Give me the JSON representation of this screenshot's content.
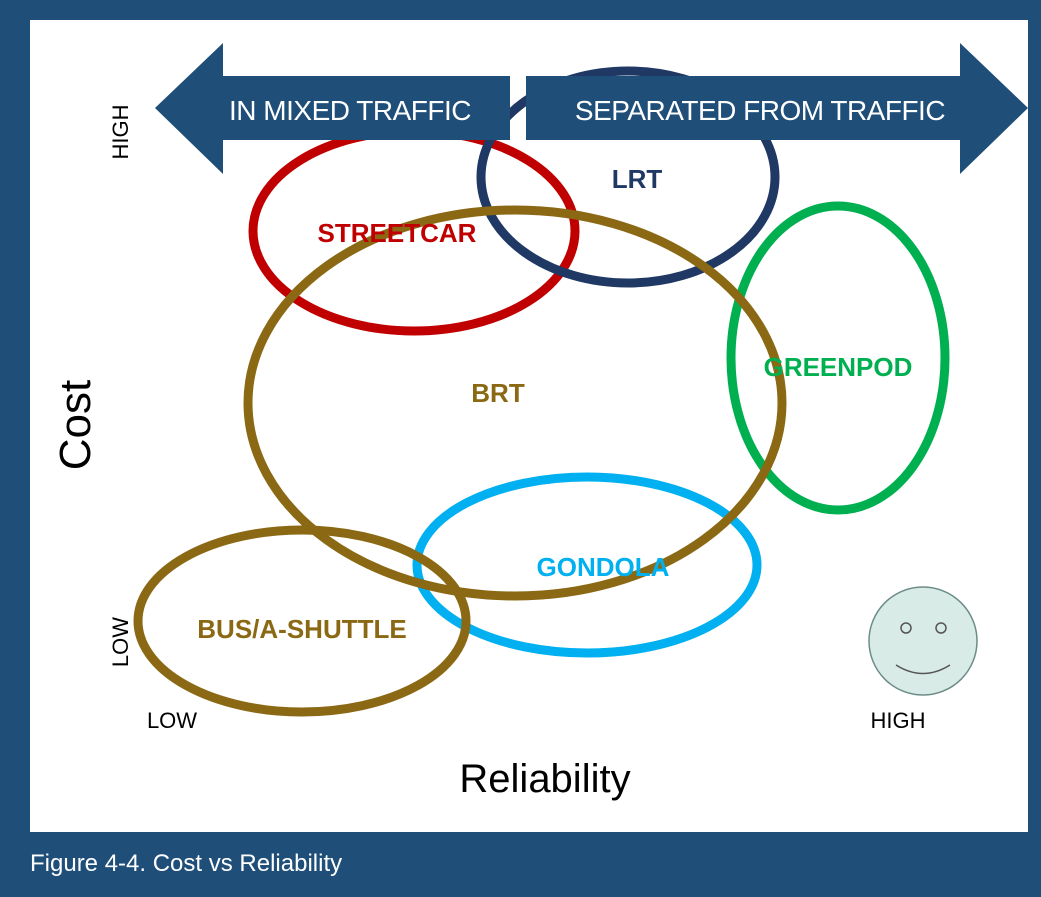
{
  "caption": "Figure 4-4. Cost vs Reliability",
  "x_axis": {
    "title": "Reliability",
    "low_label": "LOW",
    "high_label": "HIGH"
  },
  "y_axis": {
    "title": "Cost",
    "low_label": "LOW",
    "high_label": "HIGH"
  },
  "arrows": {
    "left_label": "IN MIXED TRAFFIC",
    "right_label": "SEPARATED FROM TRAFFIC",
    "color": "#1f4e79"
  },
  "modes": [
    {
      "id": "streetcar",
      "label": "STREETCAR",
      "color": "#c00000"
    },
    {
      "id": "lrt",
      "label": "LRT",
      "color": "#1f3864"
    },
    {
      "id": "brt",
      "label": "BRT",
      "color": "#8b6914"
    },
    {
      "id": "greenpod",
      "label": "GREENPOD",
      "color": "#00b050"
    },
    {
      "id": "gondola",
      "label": "GONDOLA",
      "color": "#00b0f0"
    },
    {
      "id": "bus-a-shuttle",
      "label": "BUS/A-SHUTTLE",
      "color": "#8b6914"
    }
  ],
  "smiley": {
    "icon": "smiley-face-icon",
    "fill": "#d9ebe6"
  }
}
